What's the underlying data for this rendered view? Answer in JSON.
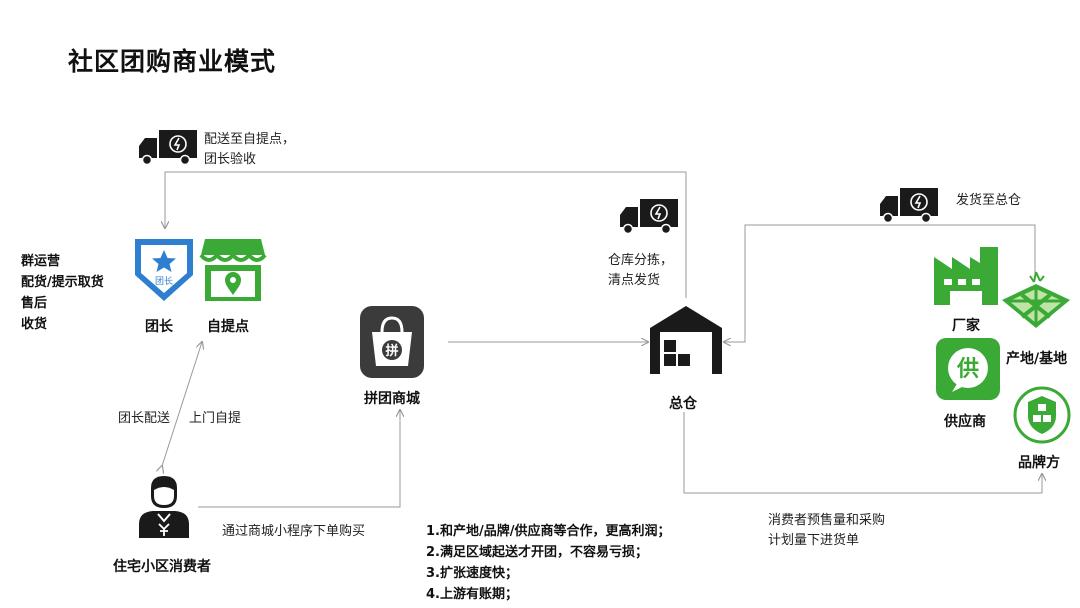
{
  "title": "社区团购商业模式",
  "nodes": {
    "leader": "团长",
    "pickup": "自提点",
    "mall": "拼团商城",
    "warehouse": "总仓",
    "consumer": "住宅小区消费者",
    "factory": "厂家",
    "origin": "产地/基地",
    "supplier": "供应商",
    "brand": "品牌方"
  },
  "icon_text": {
    "leader_badge": "团长",
    "mall_badge": "拼",
    "supplier_badge": "供"
  },
  "left_duties": [
    "群运营",
    "配货/提示取货",
    "售后",
    "收货"
  ],
  "edges": {
    "deliver_to_pickup": [
      "配送至自提点，",
      "团长验收"
    ],
    "warehouse_sort": [
      "仓库分拣，",
      "清点发货"
    ],
    "ship_to_warehouse": "发货至总仓",
    "leader_delivery": "团长配送",
    "self_pickup": "上门自提",
    "order_via_mall": "通过商城小程序下单购买",
    "presale_purchase": [
      "消费者预售量和采购",
      "计划量下进货单"
    ]
  },
  "notes": [
    "1.和产地/品牌/供应商等合作，更高利润；",
    "2.满足区域起送才开团，不容易亏损；",
    "3.扩张速度快；",
    "4.上游有账期；"
  ],
  "colors": {
    "green": "#3aa935",
    "leader_blue": "#2e7fd0",
    "dark": "#1a1a1a",
    "line": "#9a9a9a"
  }
}
